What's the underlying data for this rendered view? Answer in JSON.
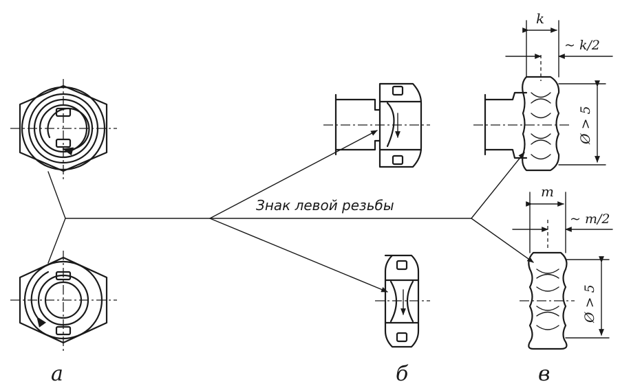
{
  "callout": {
    "text": "Знак левой резьбы"
  },
  "labels": {
    "a": "а",
    "b": "б",
    "v": "в"
  },
  "dimensions": {
    "k": "k",
    "k_half": "~ k/2",
    "m": "m",
    "m_half": "~ m/2",
    "diam_top": "Ø > 5",
    "diam_bottom": "Ø > 5"
  }
}
